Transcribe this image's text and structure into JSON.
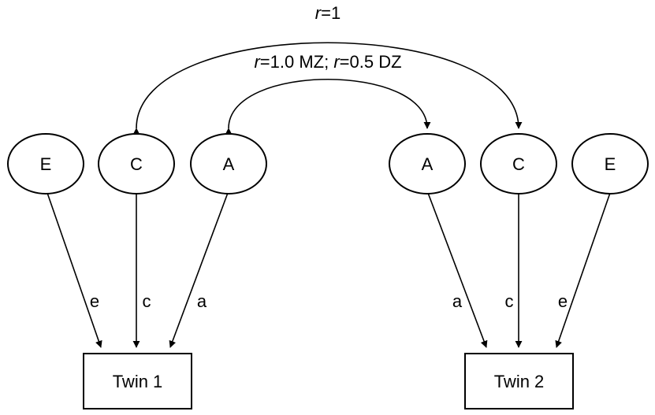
{
  "latents": {
    "twin1_e": "E",
    "twin1_c": "C",
    "twin1_a": "A",
    "twin2_a": "A",
    "twin2_c": "C",
    "twin2_e": "E"
  },
  "observed": {
    "twin1": "Twin 1",
    "twin2": "Twin 2"
  },
  "paths": {
    "twin1_e": "e",
    "twin1_c": "c",
    "twin1_a": "a",
    "twin2_a": "a",
    "twin2_c": "c",
    "twin2_e": "e"
  },
  "correlations": {
    "c_r": "r",
    "c_value": "=1",
    "a_r1": "r",
    "a_mid": "=1.0 MZ; ",
    "a_r2": "r",
    "a_end": "=0.5 DZ"
  }
}
